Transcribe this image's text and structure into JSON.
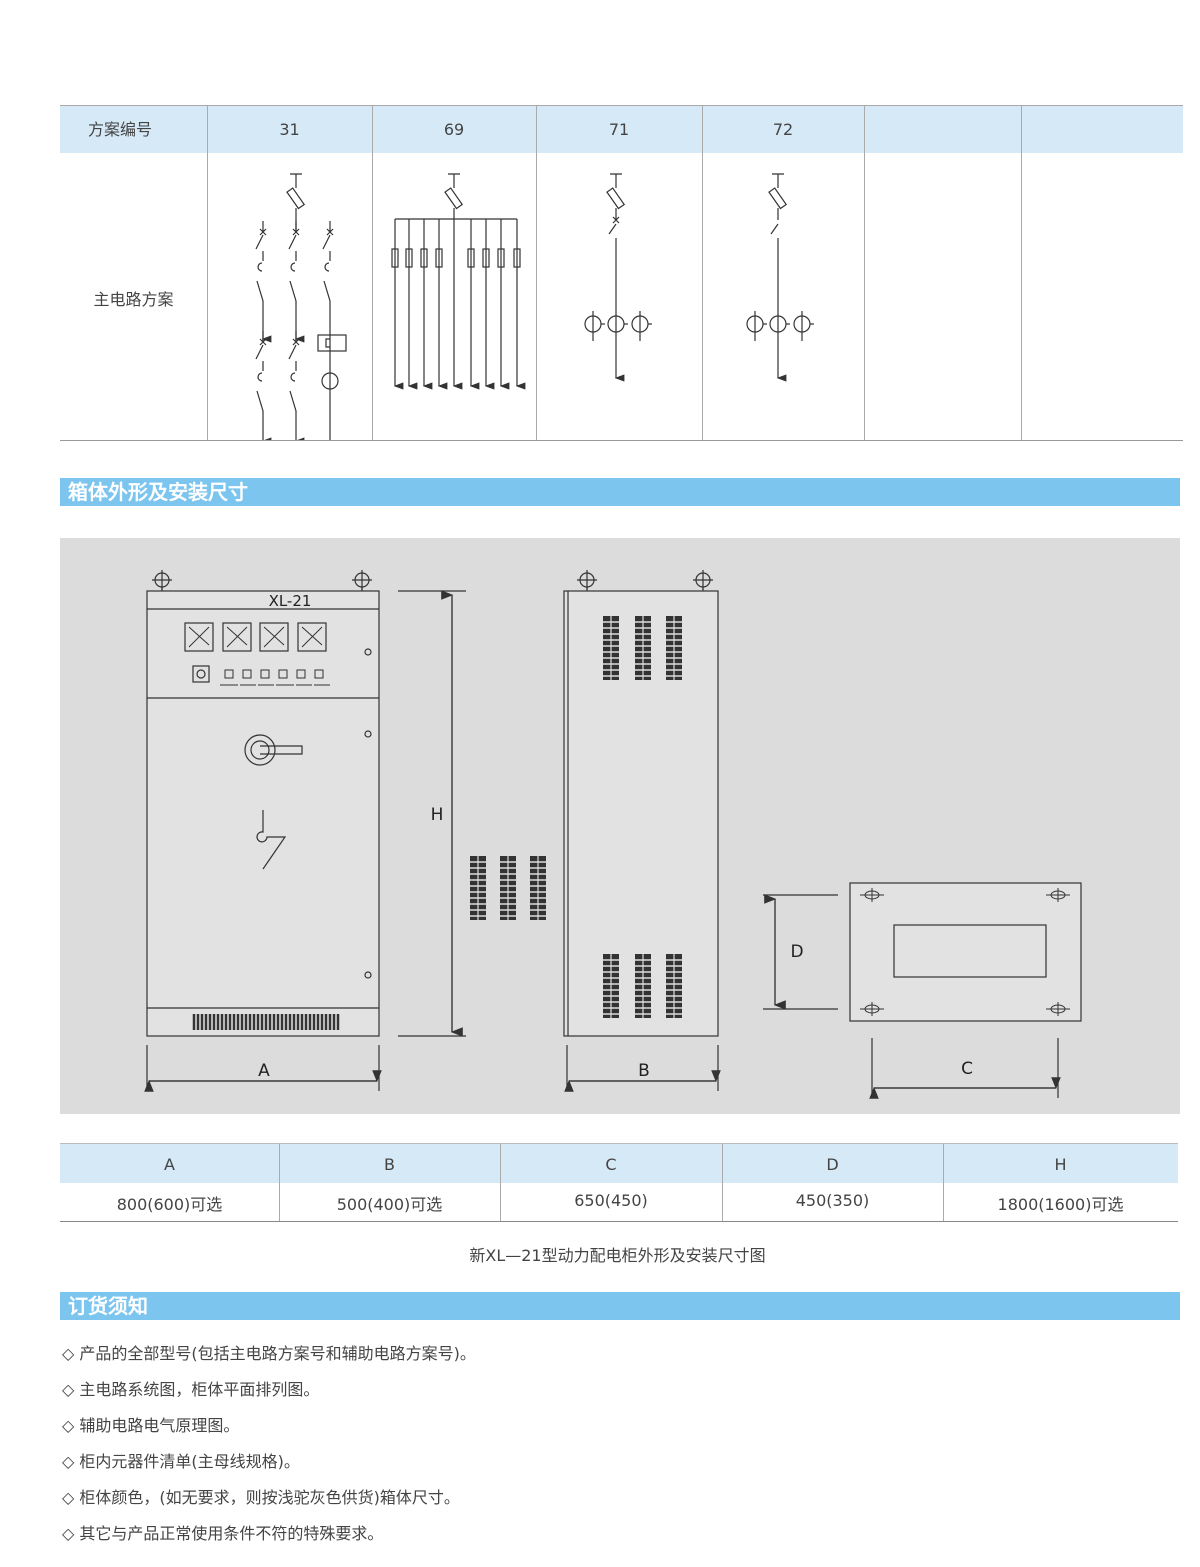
{
  "scheme_table": {
    "header_label": "方案编号",
    "row_label": "主电路方案",
    "schemes": [
      "31",
      "69",
      "71",
      "72",
      "",
      ""
    ]
  },
  "section1": {
    "title": "箱体外形及安装尺寸"
  },
  "drawing": {
    "model_label": "XL-21",
    "dims": {
      "A": "A",
      "B": "B",
      "C": "C",
      "D": "D",
      "H": "H"
    }
  },
  "dimension_table": {
    "headers": [
      "A",
      "B",
      "C",
      "D",
      "H"
    ],
    "values": [
      "800(600)可选",
      "500(400)可选",
      "650(450)",
      "450(350)",
      "1800(1600)可选"
    ]
  },
  "caption": "新XL—21型动力配电柜外形及安装尺寸图",
  "section2": {
    "title": "订货须知"
  },
  "notes": [
    "◇ 产品的全部型号(包括主电路方案号和辅助电路方案号)。",
    "◇ 主电路系统图，柜体平面排列图。",
    "◇ 辅助电路电气原理图。",
    "◇ 柜内元器件清单(主母线规格)。",
    "◇ 柜体颜色，(如无要求，则按浅驼灰色供货)箱体尺寸。",
    "◇ 其它与产品正常使用条件不符的特殊要求。"
  ],
  "colors": {
    "accent_bar": "#7cc5ef",
    "header_fill": "#d5e9f7",
    "drawing_bg": "#dcdcdc"
  }
}
